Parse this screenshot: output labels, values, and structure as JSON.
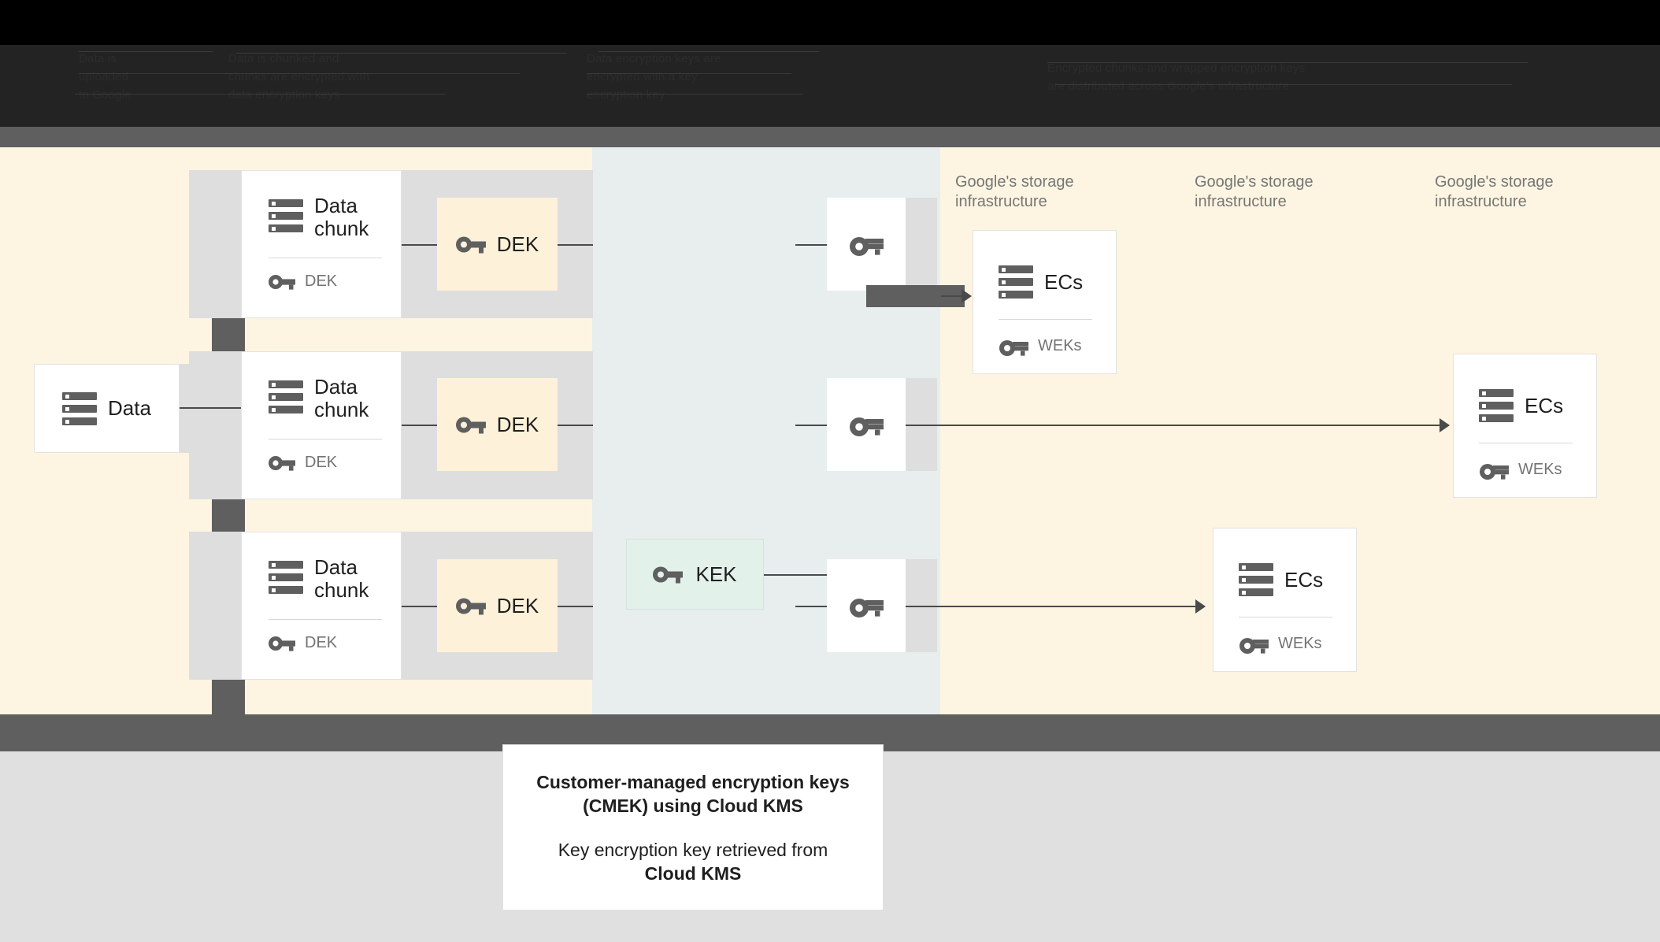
{
  "header": {
    "obscured_note": "low-contrast dark text on black background (illegible)",
    "columns": [
      {
        "lines": [
          "Data is",
          "uploaded",
          "to Google"
        ]
      },
      {
        "lines": [
          "Data is chunked and",
          "chunks are encrypted with",
          "data encryption keys"
        ]
      },
      {
        "lines": [
          "Data encryption keys are",
          "encrypted with a key",
          "encryption key"
        ]
      },
      {
        "lines": [
          "Encrypted chunks and wrapped encryption keys",
          "are distributed across Google's infrastructure"
        ]
      }
    ]
  },
  "diagram": {
    "source": {
      "label": "Data",
      "icon": "server-stack-icon"
    },
    "chunks": [
      {
        "title": "Data\nchunk",
        "key_label": "DEK",
        "icon": "server-stack-icon",
        "key_icon": "key-icon"
      },
      {
        "title": "Data\nchunk",
        "key_label": "DEK",
        "icon": "server-stack-icon",
        "key_icon": "key-icon"
      },
      {
        "title": "Data\nchunk",
        "key_label": "DEK",
        "icon": "server-stack-icon",
        "key_icon": "key-icon"
      }
    ],
    "dek_boxes": [
      {
        "label": "DEK",
        "icon": "key-icon"
      },
      {
        "label": "DEK",
        "icon": "key-icon"
      },
      {
        "label": "DEK",
        "icon": "key-icon"
      }
    ],
    "kek_box": {
      "label": "KEK",
      "icon": "key-icon"
    },
    "wrapped_keys": [
      {
        "icon": "key-icon"
      },
      {
        "icon": "key-icon"
      },
      {
        "icon": "key-icon"
      }
    ],
    "storage_captions": [
      "Google's storage\ninfrastructure",
      "Google's storage\ninfrastructure",
      "Google's storage\ninfrastructure"
    ],
    "ec_cards": [
      {
        "title": "ECs",
        "key_label": "WEKs",
        "icon": "server-stack-icon",
        "key_icon": "key-icon"
      },
      {
        "title": "ECs",
        "key_label": "WEKs",
        "icon": "server-stack-icon",
        "key_icon": "key-icon"
      },
      {
        "title": "ECs",
        "key_label": "WEKs",
        "icon": "server-stack-icon",
        "key_icon": "key-icon"
      }
    ]
  },
  "caption": {
    "bold_line_1": "Customer-managed encryption keys",
    "bold_line_2": "(CMEK) using Cloud KMS",
    "normal_line": "Key encryption key retrieved from",
    "bold_line_3": "Cloud KMS"
  },
  "colors": {
    "cream": "#fdf5e1",
    "blue_gray": "#e8edee",
    "dark_gray": "#5f5f5f",
    "plate_gray": "#dedede",
    "kek_green": "#e2f1ea",
    "dek_cream": "#fdf2d9",
    "bottom_gray": "#e0e0e0"
  }
}
